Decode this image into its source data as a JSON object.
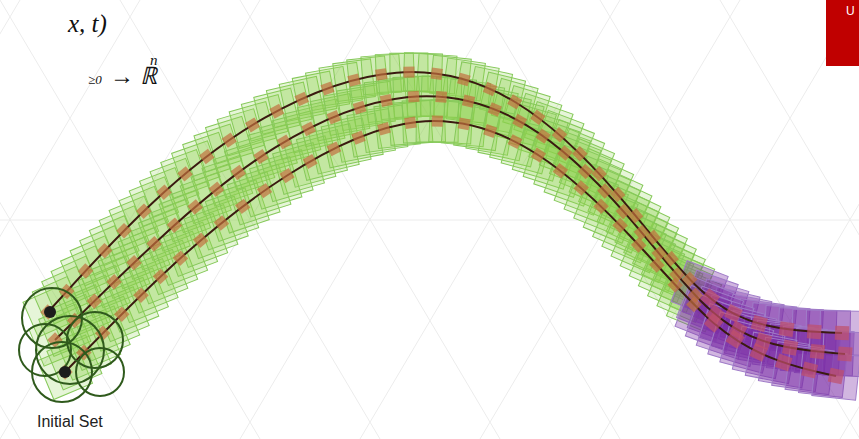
{
  "diagram": {
    "labels": [
      "x, t)",
      "≥0",
      "→ ℝ",
      "n",
      "Initial Set",
      "U"
    ]
  }
}
